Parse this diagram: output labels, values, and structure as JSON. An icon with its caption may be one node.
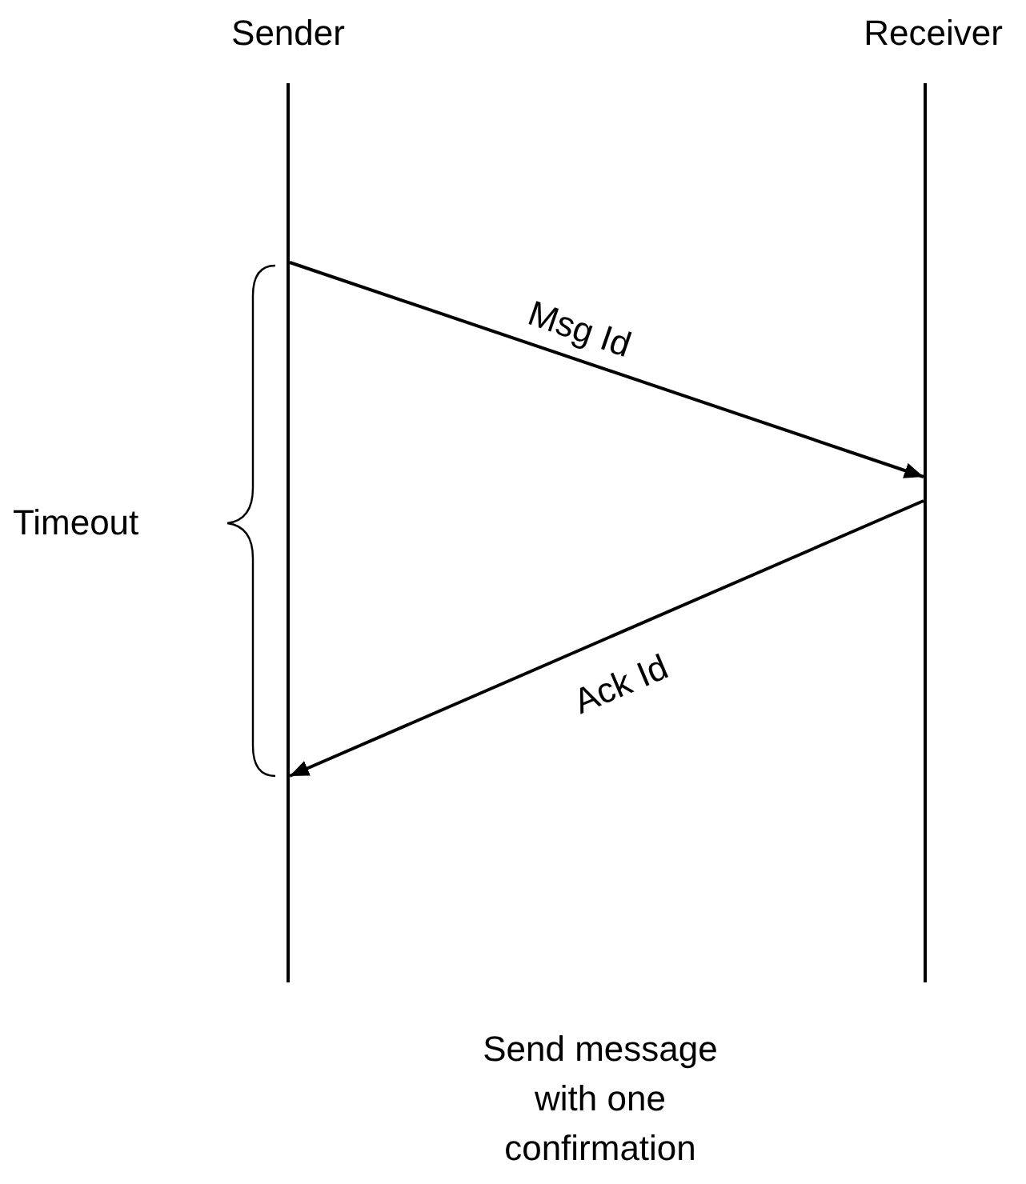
{
  "diagram": {
    "caption": "Send message with one confirmation",
    "nodes": [
      {
        "text": [
          "Sender"
        ]
      },
      {
        "text": [
          "Receiver"
        ]
      },
      {
        "text": [],
        "shape": "bar"
      },
      {
        "text": [],
        "shape": "bar"
      }
    ],
    "edges": [
      {
        "from": 2,
        "to": 3,
        "arrow": "to",
        "label": "Msg Id"
      },
      {
        "from": 3,
        "to": 2,
        "arrow": "to",
        "label": "Ack Id"
      }
    ],
    "labels": [
      "Timeout"
    ]
  }
}
